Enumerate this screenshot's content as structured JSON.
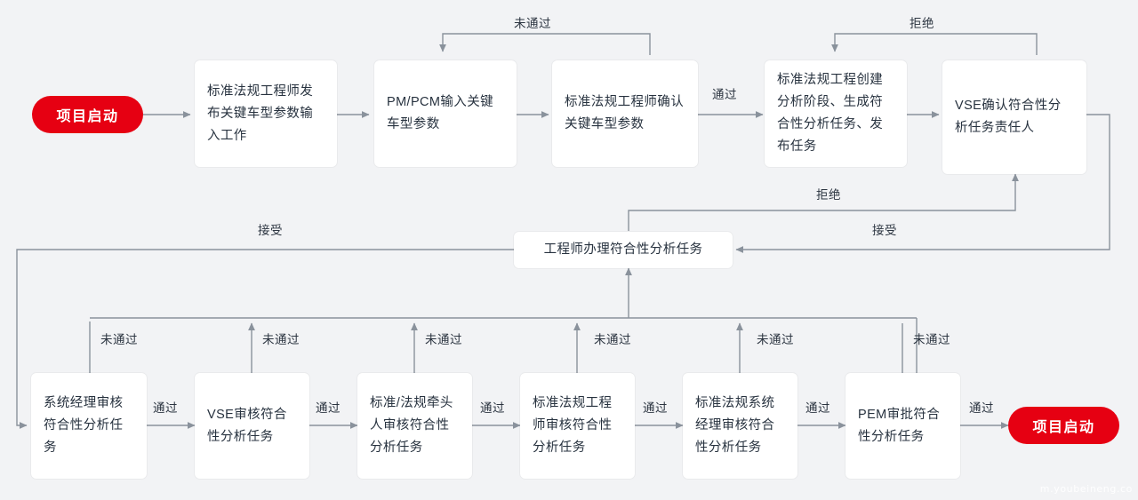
{
  "diagram": {
    "title_text": "项目启动",
    "background_color": "#f2f3f5",
    "accent_color": "#e60012",
    "node_color": "#ffffff",
    "line_color": "#8a929c",
    "text_color": "#27323f"
  },
  "nodes": {
    "start": {
      "label": "项目启动"
    },
    "publish_params": {
      "label": "标准法规工程师发布关键车型参数输入工作"
    },
    "pm_input": {
      "label": "PM/PCM输入关键车型参数"
    },
    "confirm_params": {
      "label": "标准法规工程师确认关键车型参数"
    },
    "create_stage": {
      "label": "标准法规工程创建分析阶段、生成符合性分析任务、发布任务"
    },
    "vse_confirm": {
      "label": "VSE确认符合性分析任务责任人"
    },
    "engineer_task": {
      "label": "工程师办理符合性分析任务"
    },
    "sys_mgr_review": {
      "label": "系统经理审核符合性分析任务"
    },
    "vse_review": {
      "label": "VSE审核符合性分析任务"
    },
    "lead_review": {
      "label": "标准/法规牵头人审核符合性分析任务"
    },
    "std_eng_review": {
      "label": "标准法规工程师审核符合性分析任务"
    },
    "std_sys_mgr_review": {
      "label": "标准法规系统经理审核符合性分析任务"
    },
    "pem_approve": {
      "label": "PEM审批符合性分析任务"
    },
    "end": {
      "label": "项目启动"
    }
  },
  "edge_labels": {
    "top_fail": "未通过",
    "top_reject": "拒绝",
    "pass_to_create": "通过",
    "reject_mid": "拒绝",
    "accept_left": "接受",
    "accept_right": "接受",
    "fail_1": "未通过",
    "fail_2": "未通过",
    "fail_3": "未通过",
    "fail_4": "未通过",
    "fail_5": "未通过",
    "fail_6": "未通过",
    "pass_1": "通过",
    "pass_2": "通过",
    "pass_3": "通过",
    "pass_4": "通过",
    "pass_5": "通过",
    "pass_6": "通过"
  },
  "watermark": {
    "text": "m.youbeineng.co"
  }
}
